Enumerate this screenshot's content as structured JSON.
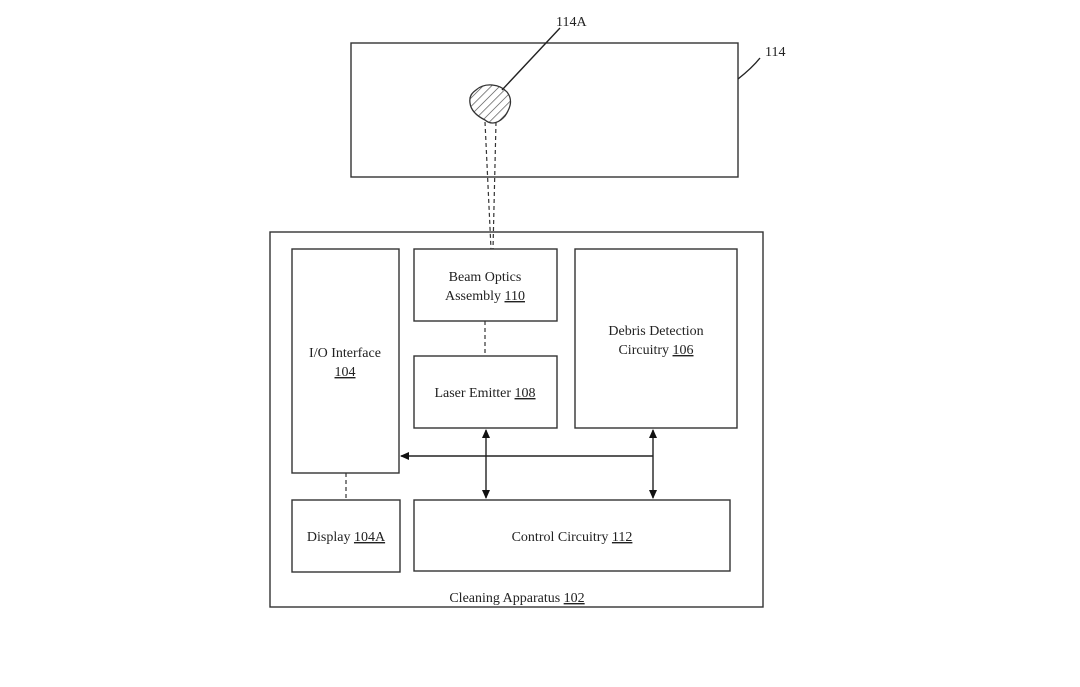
{
  "labels": {
    "target_ref": "114",
    "spot_ref": "114A",
    "beam_optics_line1": "Beam Optics",
    "beam_optics_line2": "Assembly",
    "beam_optics_num": "110",
    "io_line1": "I/O Interface",
    "io_num": "104",
    "debris_line1": "Debris Detection",
    "debris_line2": "Circuitry",
    "debris_num": "106",
    "laser_text": "Laser Emitter",
    "laser_num": "108",
    "display_text": "Display",
    "display_num": "104A",
    "control_text": "Control Circuitry",
    "control_num": "112",
    "apparatus_text": "Cleaning Apparatus",
    "apparatus_num": "102"
  }
}
